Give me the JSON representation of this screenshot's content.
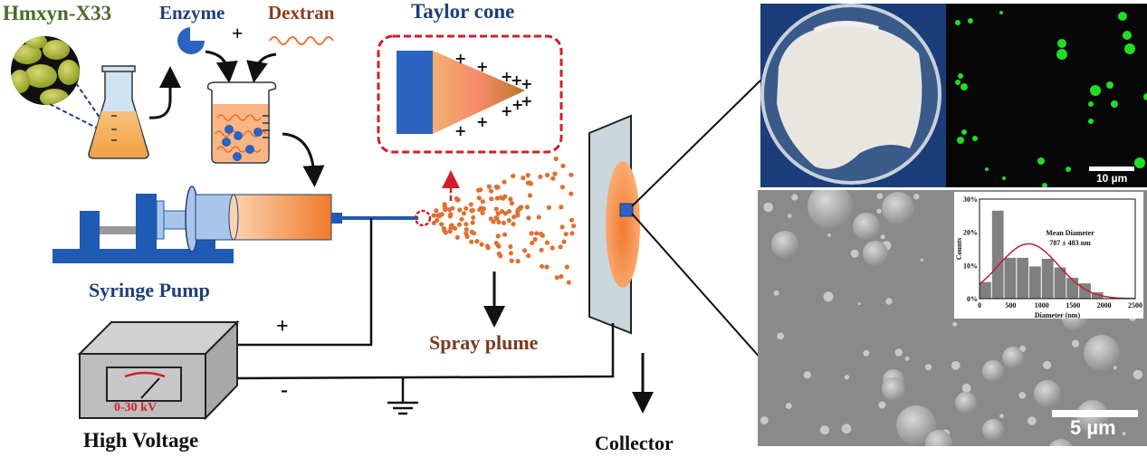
{
  "labels": {
    "strain": "Hmxyn-X33",
    "enzyme": "Enzyme",
    "dextran": "Dextran",
    "taylor_cone": "Taylor cone",
    "syringe_pump": "Syringe Pump",
    "high_voltage": "High Voltage",
    "voltage_range": "0-30 kV",
    "spray_plume": "Spray plume",
    "collector": "Collector",
    "plus_sign": "+",
    "positive_terminal": "+",
    "negative_terminal": "-"
  },
  "colors": {
    "strain_label": "#4a6b2a",
    "enzyme_label": "#1f3f7a",
    "dextran_label": "#8b3a1e",
    "taylor_label": "#1f3f7a",
    "syringe_label": "#1f3f7a",
    "spray_label": "#7a3a1e",
    "voltage_text": "#d0202a",
    "pump_blue": "#1f5bb5",
    "droplet_orange": "#e07030",
    "dashed_red": "#d0202a",
    "fluor_green": "#22dd22"
  },
  "micrographs": {
    "fluorescence_scale": "10 µm",
    "sem_scale": "5 µm"
  },
  "chart_data": {
    "type": "bar",
    "title": "",
    "annotation": [
      "Mean Diameter",
      "787 ± 483 nm"
    ],
    "xlabel": "Diameter (nm)",
    "ylabel": "Counts",
    "xlim": [
      0,
      2500
    ],
    "ylim": [
      0,
      30
    ],
    "xticks": [
      "0",
      "500",
      "1000",
      "1500",
      "2000",
      "2500"
    ],
    "yticks": [
      "0%",
      "10%",
      "20%",
      "30%"
    ],
    "bin_width": 200,
    "bin_starts": [
      0,
      200,
      400,
      600,
      800,
      1000,
      1200,
      1400,
      1600,
      1800
    ],
    "values": [
      5,
      26.5,
      12.3,
      12.3,
      9.7,
      12,
      9.4,
      6.3,
      4.6,
      1.9
    ],
    "fit": {
      "type": "gaussian",
      "mean": 787,
      "sd": 483,
      "peak": 16.5
    },
    "grid": false
  }
}
